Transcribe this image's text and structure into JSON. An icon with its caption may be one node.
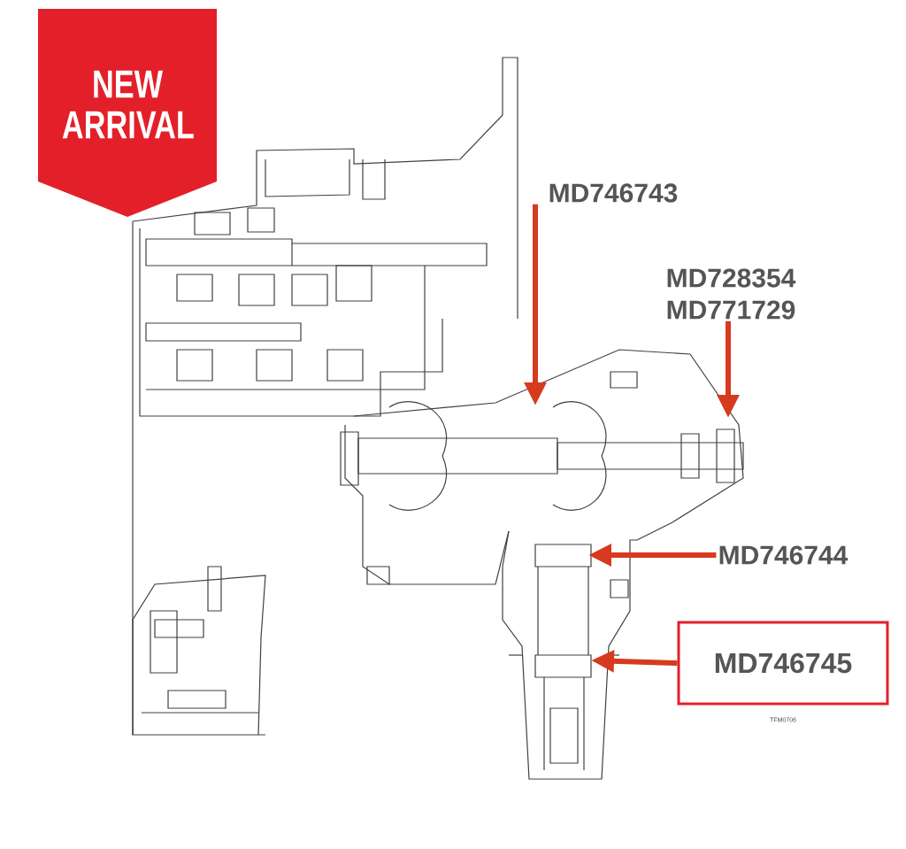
{
  "diagram": {
    "nodes": [
      {
        "text": [
          "NEW ARRIVAL"
        ]
      },
      {
        "text": [
          "MD746743"
        ]
      },
      {
        "text": [
          "MD728354",
          "MD771729"
        ]
      },
      {
        "text": [
          "MD746744"
        ]
      },
      {
        "text": [
          "MD746745"
        ]
      }
    ],
    "edges": [
      {
        "from": 1,
        "to": null,
        "arrow": "to"
      },
      {
        "from": 2,
        "to": null,
        "arrow": "to"
      },
      {
        "from": 3,
        "to": null,
        "arrow": "to"
      },
      {
        "from": 4,
        "to": null,
        "arrow": "to"
      }
    ],
    "labels": [
      "TFM0706"
    ]
  }
}
